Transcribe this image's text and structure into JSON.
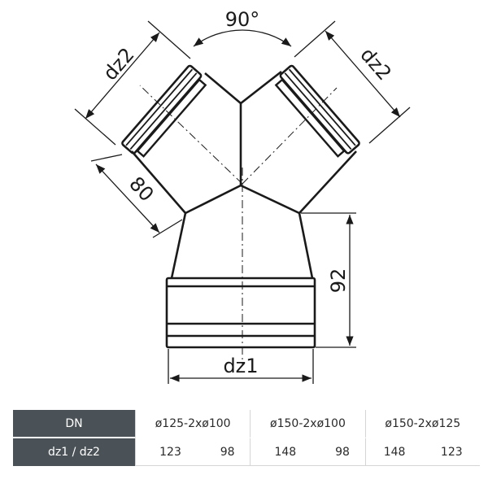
{
  "drawing": {
    "angle_label": "90°",
    "left_branch_label": "dz2",
    "right_branch_label": "dz2",
    "branch_length_label": "80",
    "body_height_label": "92",
    "bottom_diameter_label": "dz1"
  },
  "table": {
    "row1_header": "DN",
    "row2_header": "dz1 / dz2",
    "groups": [
      {
        "label": "ø125-2xø100",
        "dz1": "123",
        "dz2": "98"
      },
      {
        "label": "ø150-2xø100",
        "dz1": "148",
        "dz2": "98"
      },
      {
        "label": "ø150-2xø125",
        "dz1": "148",
        "dz2": "123"
      }
    ]
  }
}
